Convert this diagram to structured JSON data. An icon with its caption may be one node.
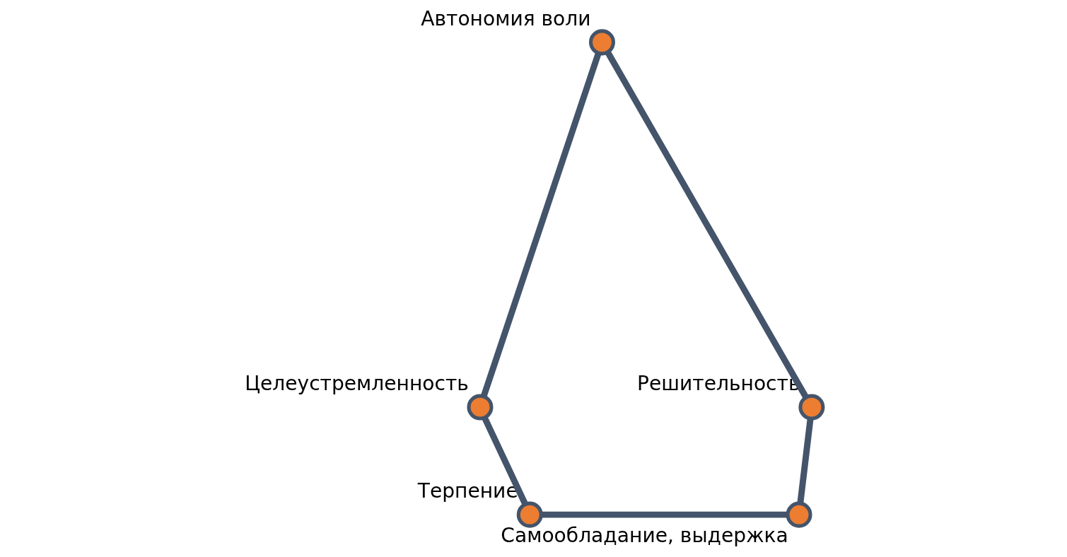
{
  "diagram": {
    "nodes": [
      {
        "text": [],
        "shape": "circle",
        "beside": [
          "Автономия воли"
        ]
      },
      {
        "text": [],
        "shape": "circle",
        "beside": [
          "Целеустремленность"
        ]
      },
      {
        "text": [],
        "shape": "circle",
        "beside": [
          "Решительность"
        ]
      },
      {
        "text": [],
        "shape": "circle",
        "beside": [
          "Терпение"
        ]
      },
      {
        "text": [],
        "shape": "circle",
        "beside": [
          "Самообладание, выдержка"
        ]
      }
    ],
    "edges": [
      {
        "from": 0,
        "to": 1,
        "arrow": "none"
      },
      {
        "from": 0,
        "to": 2,
        "arrow": "none"
      },
      {
        "from": 1,
        "to": 3,
        "arrow": "none"
      },
      {
        "from": 3,
        "to": 4,
        "arrow": "none"
      },
      {
        "from": 2,
        "to": 4,
        "arrow": "none"
      }
    ]
  }
}
